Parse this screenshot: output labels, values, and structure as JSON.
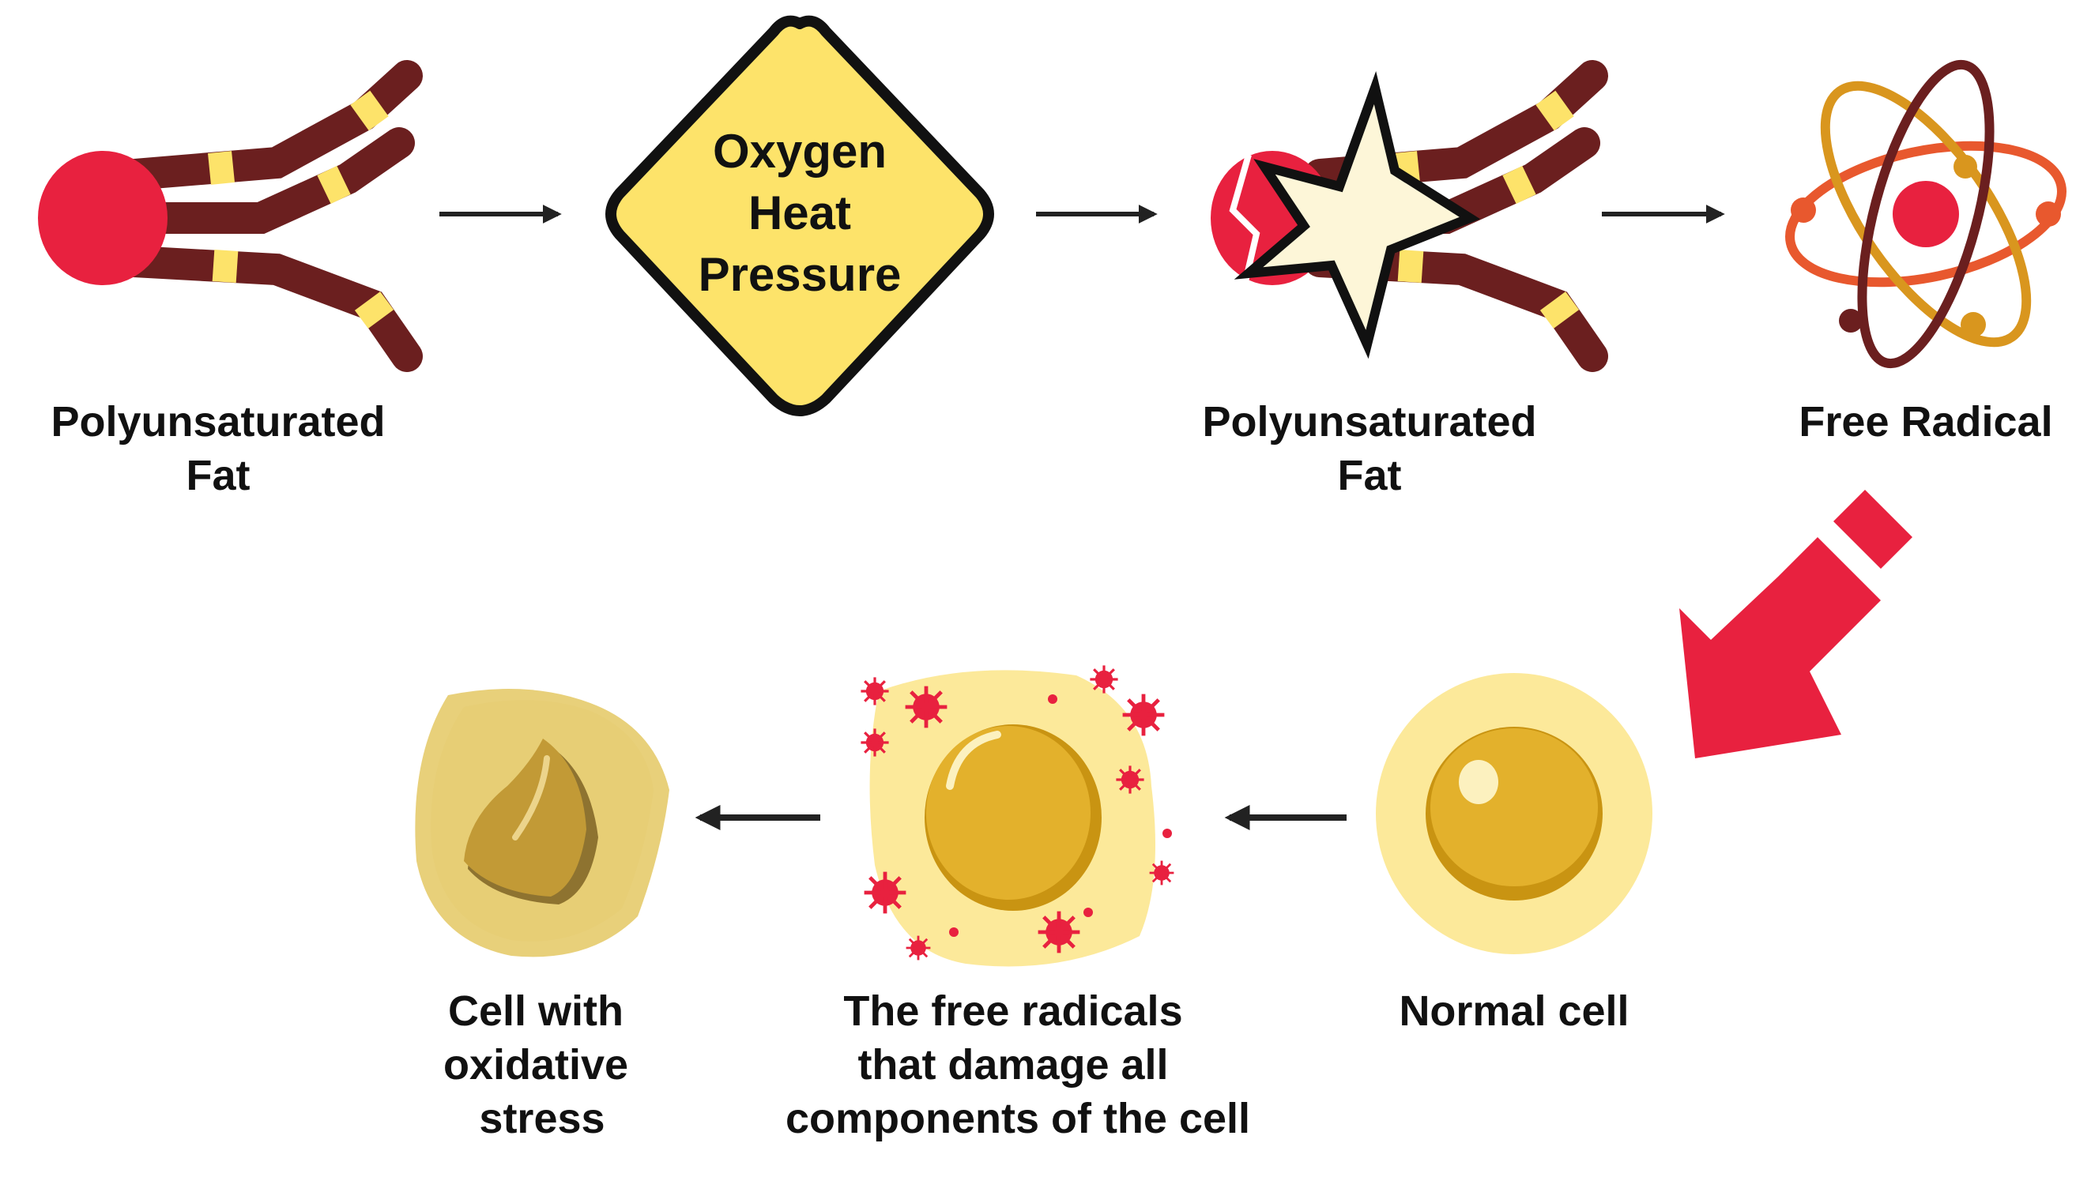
{
  "diagram": {
    "top_row": {
      "fat_label": [
        "Polyunsaturated",
        "Fat"
      ],
      "conditions": [
        "Oxygen",
        "Heat",
        "Pressure"
      ],
      "damaged_fat_label": [
        "Polyunsaturated",
        "Fat"
      ],
      "free_radical_label": "Free Radical"
    },
    "bottom_row": {
      "normal_cell_label": "Normal cell",
      "attacked_cell_label": [
        "The free radicals",
        "that damage all",
        "components of the cell"
      ],
      "stressed_cell_label": [
        "Cell with",
        "oxidative",
        "stress"
      ]
    },
    "colors": {
      "red": "#e8213f",
      "brown": "#6b1f1f",
      "yellow": "#fde36a",
      "cell_outer": "#fce99a",
      "nucleus": "#e3b12c",
      "orange": "#e8582e",
      "gold": "#d9961e",
      "arrow": "#222222"
    },
    "icons": [
      "lipid-molecule-icon",
      "warning-diamond-icon",
      "broken-lipid-icon",
      "atom-icon",
      "cell-icon",
      "virus-icon"
    ]
  }
}
